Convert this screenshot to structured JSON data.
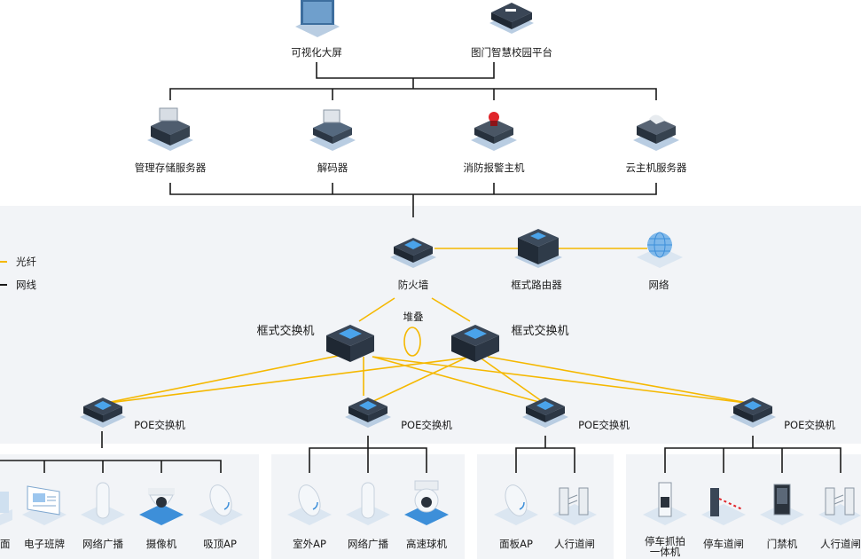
{
  "top": {
    "screen": "可视化大屏",
    "platform": "图门智慧校园平台"
  },
  "servers": [
    "管理存储服务器",
    "解码器",
    "消防报警主机",
    "云主机服务器"
  ],
  "legend": {
    "fiber": "光纤",
    "cable": "网线",
    "fiber_color": "#f5b800",
    "cable_color": "#1a1a1a"
  },
  "core": {
    "firewall": "防火墙",
    "router": "框式路由器",
    "internet": "网络",
    "stack": "堆叠",
    "switch_left": "框式交换机",
    "switch_right": "框式交换机"
  },
  "poe": [
    "POE交换机",
    "POE交换机",
    "POE交换机",
    "POE交换机"
  ],
  "groups": [
    [
      "面",
      "电子班牌",
      "网络广播",
      "摄像机",
      "吸顶AP"
    ],
    [
      "室外AP",
      "网络广播",
      "高速球机"
    ],
    [
      "面板AP",
      "人行道闸"
    ],
    [
      "停车抓拍一体机",
      "停车道闸",
      "门禁机",
      "人行道闸"
    ]
  ],
  "colors": {
    "device_blue": "#3d8fd9",
    "device_dark": "#2f3a4a",
    "band": "#f2f4f7"
  }
}
